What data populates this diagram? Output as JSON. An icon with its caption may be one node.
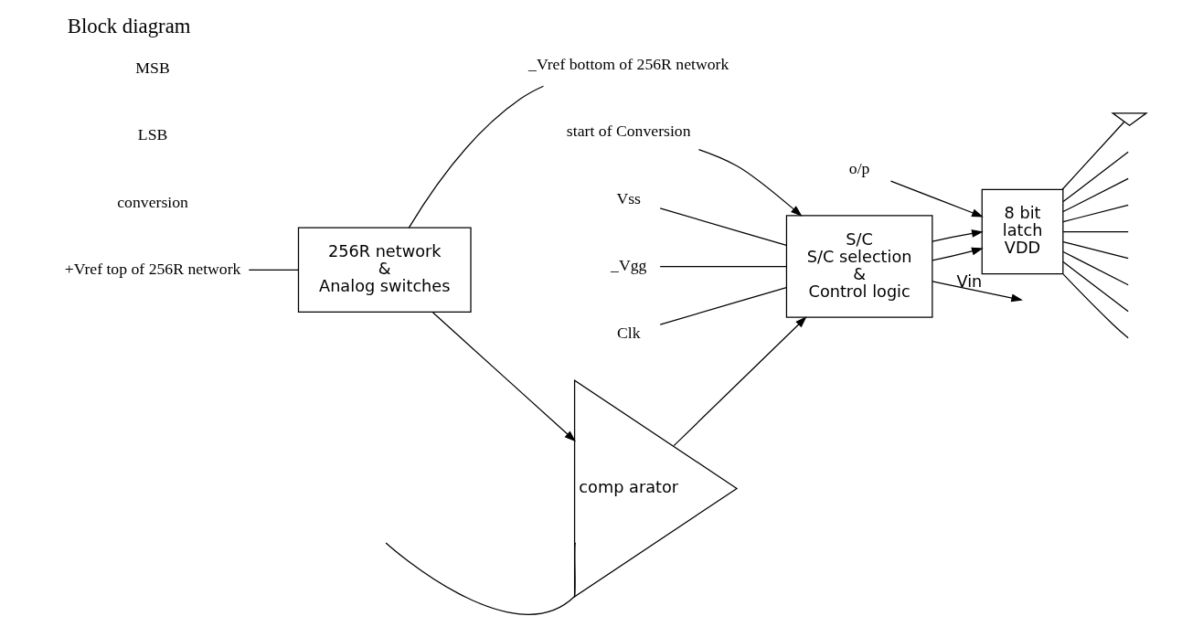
{
  "diagram": {
    "title": "Block diagram",
    "nodes": [
      {
        "text": [
          "256R network",
          "&",
          "Analog switches"
        ]
      },
      {
        "text": [
          "comp arator"
        ]
      },
      {
        "text": [
          "S/C",
          "S/C selection",
          "&",
          "Control logic"
        ]
      },
      {
        "text": [
          "8 bit",
          "latch",
          "VDD"
        ],
        "beside": [
          "Vin"
        ]
      },
      {
        "text": [
          "+Vref top of 256R network"
        ]
      },
      {
        "text": [
          "_Vref bottom of 256R network"
        ]
      },
      {
        "text": [
          "start of Conversion"
        ]
      },
      {
        "text": [
          "Vss"
        ]
      },
      {
        "text": [
          "_Vgg"
        ]
      },
      {
        "text": [
          "Clk"
        ]
      },
      {
        "text": [
          "o/p"
        ]
      },
      {
        "text": [],
        "shape": "ground"
      }
    ],
    "edges": [
      {
        "from": 4,
        "to": 0,
        "arrow": "none"
      },
      {
        "from": 0,
        "to": 5,
        "arrow": "none"
      },
      {
        "from": 0,
        "to": 1,
        "arrow": "to"
      },
      {
        "from": null,
        "to": 1,
        "arrow": "none"
      },
      {
        "from": 1,
        "to": 2,
        "arrow": "to"
      },
      {
        "from": 6,
        "to": 2,
        "arrow": "to"
      },
      {
        "from": 7,
        "to": 2,
        "arrow": "none"
      },
      {
        "from": 8,
        "to": 2,
        "arrow": "none"
      },
      {
        "from": 9,
        "to": 2,
        "arrow": "none"
      },
      {
        "from": 2,
        "to": null,
        "arrow": "to"
      },
      {
        "from": 2,
        "to": 3,
        "arrow": "to"
      },
      {
        "from": 2,
        "to": 3,
        "arrow": "to"
      },
      {
        "from": 10,
        "to": 3,
        "arrow": "to"
      },
      {
        "from": 3,
        "to": 11,
        "arrow": "none"
      },
      {
        "from": 3,
        "to": null,
        "arrow": "none"
      },
      {
        "from": 3,
        "to": null,
        "arrow": "none"
      },
      {
        "from": 3,
        "to": null,
        "arrow": "none"
      },
      {
        "from": 3,
        "to": null,
        "arrow": "none"
      },
      {
        "from": 3,
        "to": null,
        "arrow": "none"
      },
      {
        "from": 3,
        "to": null,
        "arrow": "none"
      },
      {
        "from": 3,
        "to": null,
        "arrow": "none"
      },
      {
        "from": 3,
        "to": null,
        "arrow": "none"
      }
    ],
    "labels": [
      "conversion",
      "LSB",
      "MSB"
    ]
  }
}
